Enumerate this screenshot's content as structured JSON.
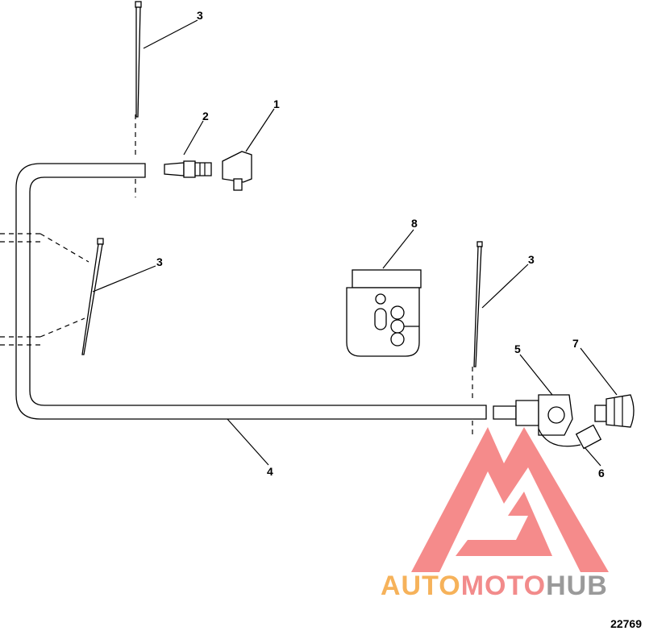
{
  "diagram": {
    "callouts": [
      "1",
      "2",
      "3",
      "3",
      "3",
      "4",
      "5",
      "6",
      "7",
      "8"
    ],
    "reference_number": "22769"
  },
  "watermark": {
    "part1": "AUTO",
    "part2": "MOTO",
    "part3": "HUB",
    "color_auto": "#f6b25a",
    "color_moto": "#f28b8b",
    "color_hub": "#9a9a9a",
    "logo_color": "#f47f7f"
  }
}
